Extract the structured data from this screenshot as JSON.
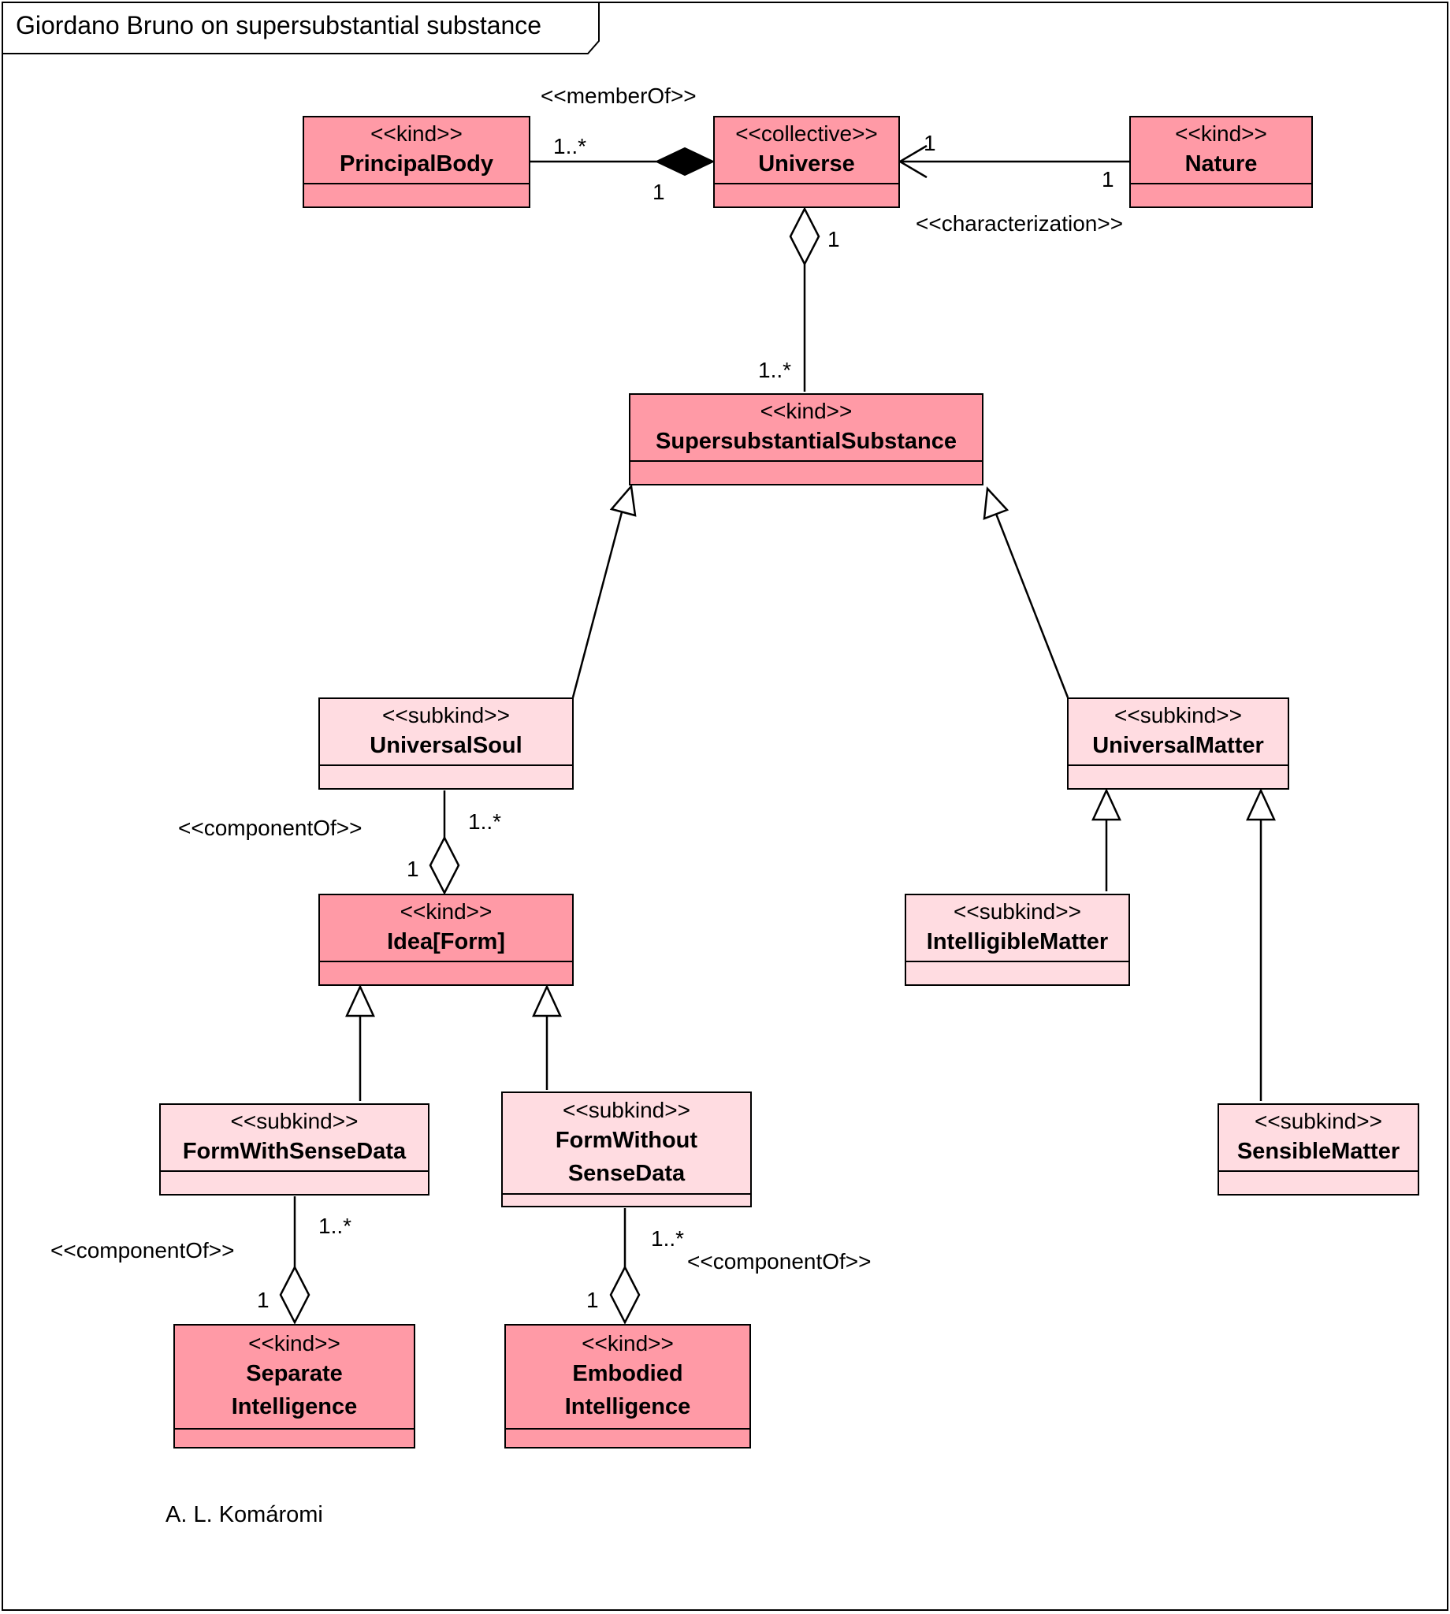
{
  "diagram": {
    "title": "Giordano Bruno on supersubstantial substance",
    "author": "A. L. Komáromi"
  },
  "classes": {
    "principal_body": {
      "stereotype": "<<kind>>",
      "name": "PrincipalBody"
    },
    "universe": {
      "stereotype": "<<collective>>",
      "name": "Universe"
    },
    "nature": {
      "stereotype": "<<kind>>",
      "name": "Nature"
    },
    "supersubstantial_substance": {
      "stereotype": "<<kind>>",
      "name": "SupersubstantialSubstance"
    },
    "universal_soul": {
      "stereotype": "<<subkind>>",
      "name": "UniversalSoul"
    },
    "universal_matter": {
      "stereotype": "<<subkind>>",
      "name": "UniversalMatter"
    },
    "idea_form": {
      "stereotype": "<<kind>>",
      "name": "Idea[Form]"
    },
    "intelligible_matter": {
      "stereotype": "<<subkind>>",
      "name": "IntelligibleMatter"
    },
    "form_with_sense_data": {
      "stereotype": "<<subkind>>",
      "name": "FormWithSenseData"
    },
    "form_without_sense_data": {
      "stereotype": "<<subkind>>",
      "name": "FormWithout\nSenseData"
    },
    "sensible_matter": {
      "stereotype": "<<subkind>>",
      "name": "SensibleMatter"
    },
    "separate_intelligence": {
      "stereotype": "<<kind>>",
      "name": "Separate\nIntelligence"
    },
    "embodied_intelligence": {
      "stereotype": "<<kind>>",
      "name": "Embodied\nIntelligence"
    }
  },
  "associations": {
    "member_of": {
      "stereotype": "<<memberOf>>",
      "source_mult": "1..*",
      "target_mult": "1"
    },
    "characterization": {
      "stereotype": "<<characterization>>",
      "source_mult": "1",
      "target_mult": "1"
    },
    "universe_substance": {
      "whole_mult": "1",
      "part_mult": "1..*"
    },
    "soul_idea": {
      "stereotype": "<<componentOf>>",
      "whole_mult": "1..*",
      "part_mult": "1"
    },
    "sense_separate": {
      "stereotype": "<<componentOf>>",
      "whole_mult": "1..*",
      "part_mult": "1"
    },
    "nosense_embodied": {
      "stereotype": "<<componentOf>>",
      "whole_mult": "1..*",
      "part_mult": "1"
    }
  }
}
